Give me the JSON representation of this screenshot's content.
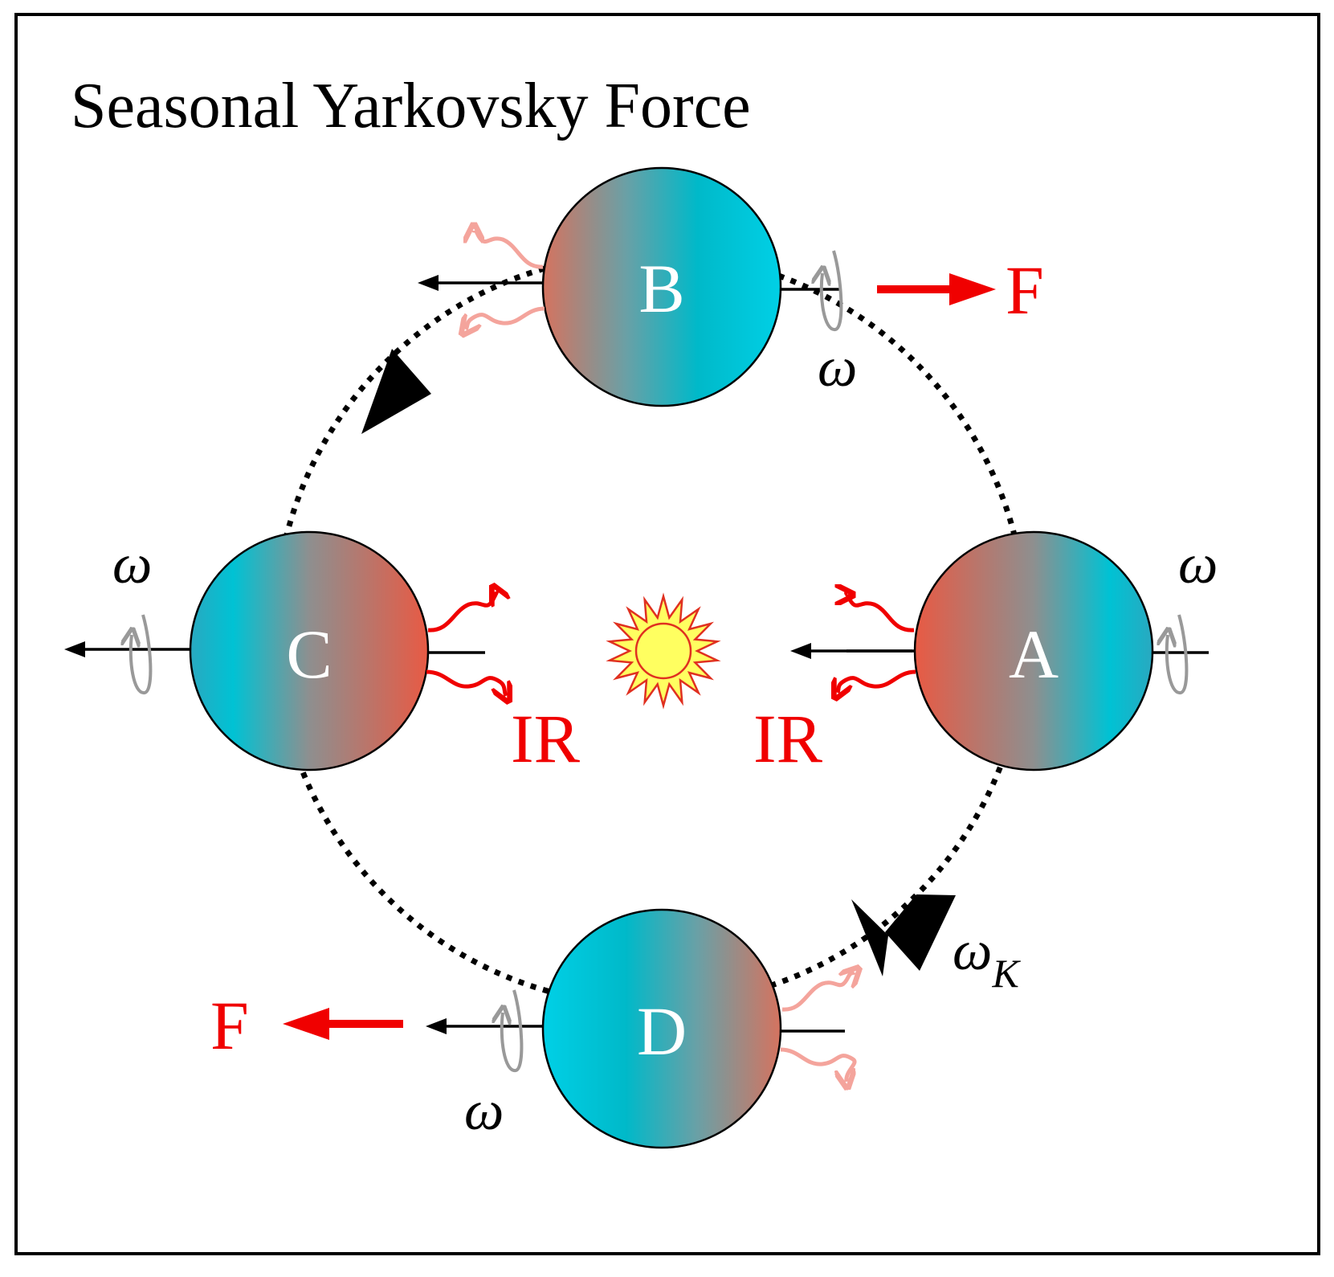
{
  "title": "Seasonal Yarkovsky Force",
  "bodies": {
    "A": "A",
    "B": "B",
    "C": "C",
    "D": "D"
  },
  "labels": {
    "force": "F",
    "infrared": "IR",
    "spin": "ω",
    "orbital": "ω",
    "orbital_subscript": "K"
  },
  "icons": [
    "sun-icon",
    "spin-axis-arrow-icon",
    "rotation-loop-icon",
    "thermal-emission-icon",
    "orbit-direction-icon",
    "force-arrow-icon"
  ],
  "colors": {
    "hot": "#e85a44",
    "cold": "#00cfe4",
    "mid": "#8e8f8f",
    "force": "#f00000",
    "emission_strong": "#f00000",
    "emission_faint": "#f4a49c",
    "rotation": "#999999",
    "sun_fill": "#ffff60",
    "sun_stroke": "#e03020",
    "frame": "#000000"
  }
}
